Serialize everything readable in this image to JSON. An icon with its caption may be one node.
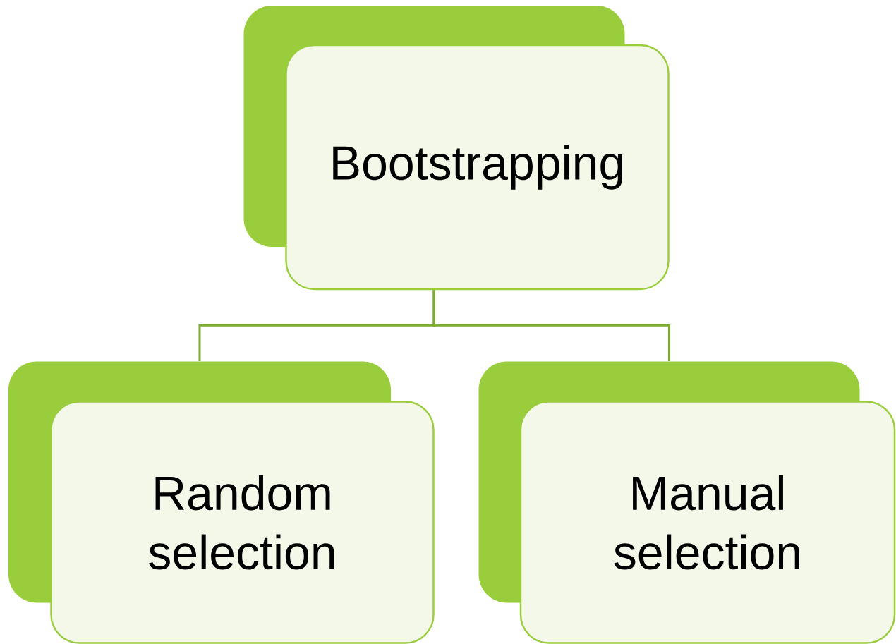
{
  "diagram": {
    "nodes": [
      {
        "text": [
          "Bootstrapping"
        ]
      },
      {
        "text": [
          "Random selection"
        ]
      },
      {
        "text": [
          "Manual selection"
        ]
      }
    ],
    "edges": [
      {
        "from": 0,
        "to": 1,
        "arrow": "none"
      },
      {
        "from": 0,
        "to": 2,
        "arrow": "none"
      }
    ]
  }
}
